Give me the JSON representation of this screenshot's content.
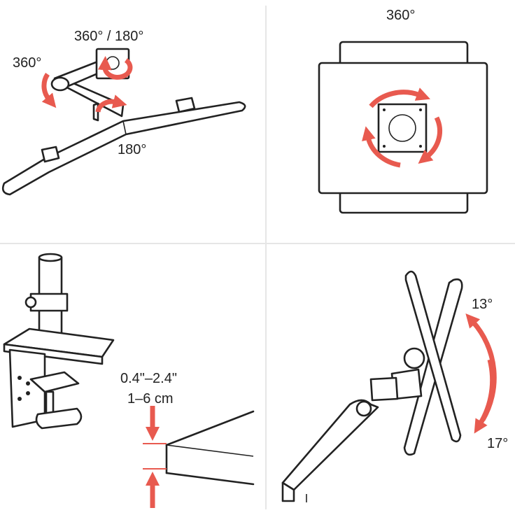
{
  "colors": {
    "line": "#222222",
    "accent": "#e85a4f",
    "divider": "#e6e6e6",
    "background": "#ffffff"
  },
  "panels": {
    "arm": {
      "label_top": "360° / 180°",
      "label_left": "360°",
      "label_bottom": "180°"
    },
    "monitor": {
      "label_top": "360°"
    },
    "clamp": {
      "thickness_in": "0.4\"–2.4\"",
      "thickness_cm": "1–6 cm"
    },
    "tilt": {
      "label_up": "13°",
      "label_down": "17°"
    }
  }
}
